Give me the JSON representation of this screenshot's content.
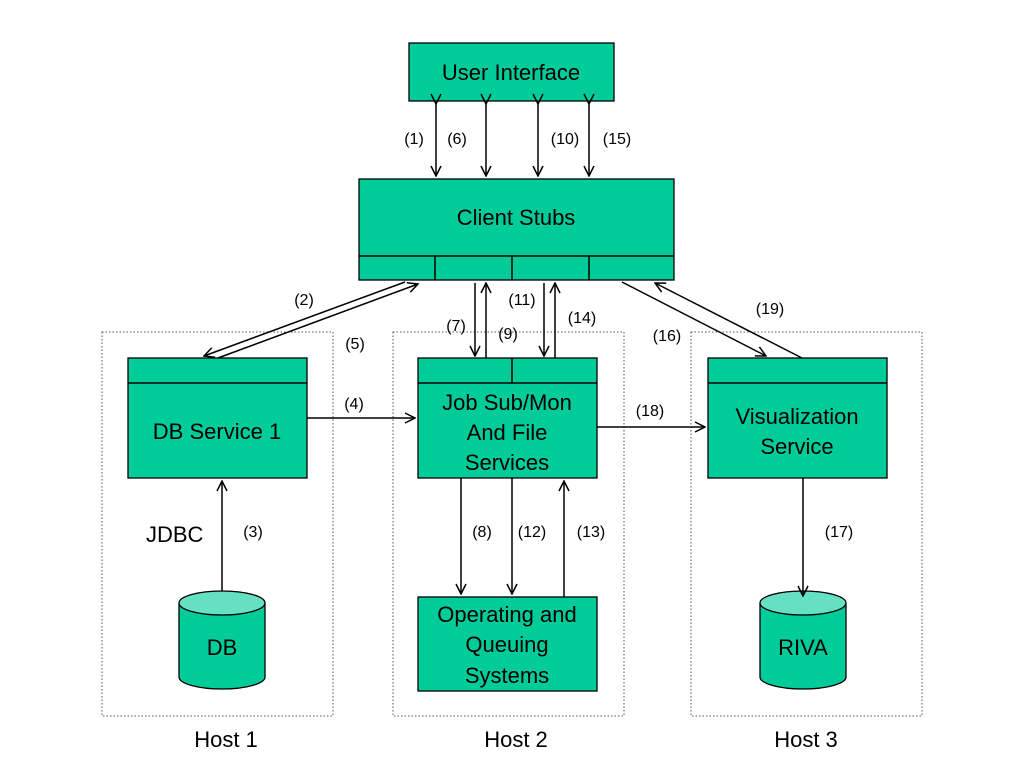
{
  "colors": {
    "box_fill": "#00cc99",
    "db_top_fill": "#66e0c2",
    "stroke": "#000000",
    "host_frame": "#555555",
    "background": "#ffffff"
  },
  "boxes": {
    "user_interface": "User Interface",
    "client_stubs": "Client Stubs",
    "db_service": "DB Service 1",
    "job_sub": [
      "Job Sub/Mon",
      "And File",
      "Services"
    ],
    "operating": [
      "Operating and",
      "Queuing",
      "Systems"
    ],
    "visualization": [
      "Visualization",
      "Service"
    ],
    "db": "DB",
    "riva": "RIVA"
  },
  "hosts": {
    "host1": "Host 1",
    "host2": "Host 2",
    "host3": "Host 3"
  },
  "connection_label": "JDBC",
  "steps": {
    "s1": "(1)",
    "s2": "(2)",
    "s3": "(3)",
    "s4": "(4)",
    "s5": "(5)",
    "s6": "(6)",
    "s7": "(7)",
    "s8": "(8)",
    "s9": "(9)",
    "s10": "(10)",
    "s11": "(11)",
    "s12": "(12)",
    "s13": "(13)",
    "s14": "(14)",
    "s15": "(15)",
    "s16": "(16)",
    "s17": "(17)",
    "s18": "(18)",
    "s19": "(19)"
  }
}
